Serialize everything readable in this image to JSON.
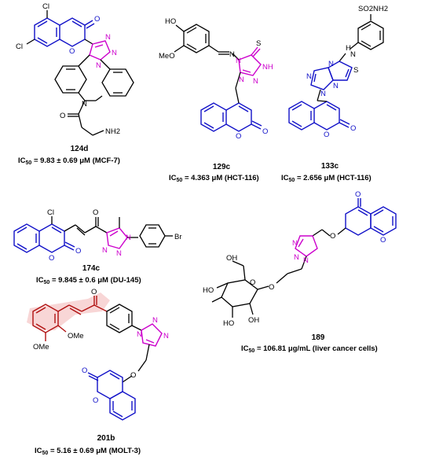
{
  "compounds": [
    {
      "id": "124d",
      "ic_prefix": "IC",
      "ic_sub": "50",
      "ic_text": "= 9.83 ± 0.69 μM (MCF-7)",
      "atoms": {
        "cl1": "Cl",
        "cl2": "Cl",
        "o_ring": "O",
        "o_co": "O",
        "n1": "N",
        "n2": "N",
        "n3": "N",
        "n_amide": "N",
        "o_amide": "O",
        "nh2": "NH2"
      }
    },
    {
      "id": "129c",
      "ic_prefix": "IC",
      "ic_sub": "50",
      "ic_text": "= 4.363  μM  (HCT-116)",
      "atoms": {
        "ho": "HO",
        "meo": "MeO",
        "n_imine": "N",
        "n_ring": "N",
        "s": "S",
        "nh": "NH",
        "n_a": "N",
        "n_b": "N",
        "o_ring": "O",
        "o_co": "O"
      }
    },
    {
      "id": "133c",
      "ic_prefix": "IC",
      "ic_sub": "50",
      "ic_text": "= 2.656  μM  (HCT-116)",
      "atoms": {
        "so2nh2": "SO2NH2",
        "h": "H",
        "n_link": "N",
        "s": "S",
        "n1": "N",
        "n2": "N",
        "n3": "N",
        "n4": "N",
        "o_ring": "O",
        "o_co": "O"
      }
    },
    {
      "id": "174c",
      "ic_prefix": "IC",
      "ic_sub": "50",
      "ic_text": "= 9.845 ± 0.6 μM  (DU-145)",
      "atoms": {
        "cl": "Cl",
        "o_ketone": "O",
        "o_ring": "O",
        "o_co": "O",
        "n1": "N",
        "n2": "N",
        "n3": "N",
        "br": "Br"
      }
    },
    {
      "id": "189",
      "ic_prefix": "IC",
      "ic_sub": "50",
      "ic_text": "= 106.81  μg/mL (liver cancer cells)",
      "atoms": {
        "o_co": "O",
        "o_ring": "O",
        "o_ether": "O",
        "n1": "N",
        "n2": "N",
        "n3": "N",
        "oh1": "OH",
        "o_sugar": "O",
        "o_gly": "O",
        "ho1": "HO",
        "ho2": "HO",
        "oh2": "OH"
      }
    },
    {
      "id": "201b",
      "ic_prefix": "IC",
      "ic_sub": "50",
      "ic_text": "= 5.16 ± 0.69 μM (MOLT-3)",
      "atoms": {
        "o_ketone": "O",
        "ome1": "OMe",
        "ome2": "OMe",
        "n1": "N",
        "n2": "N",
        "n3": "N",
        "o_co": "O",
        "o_ring": "O",
        "o_ether": "O"
      }
    }
  ],
  "colors": {
    "bond": "#000000",
    "coumarin": "#1010c8",
    "triazole": "#cc00cc",
    "chalcone_highlight": "#f6c8c8",
    "chalcone": "#b01010"
  }
}
